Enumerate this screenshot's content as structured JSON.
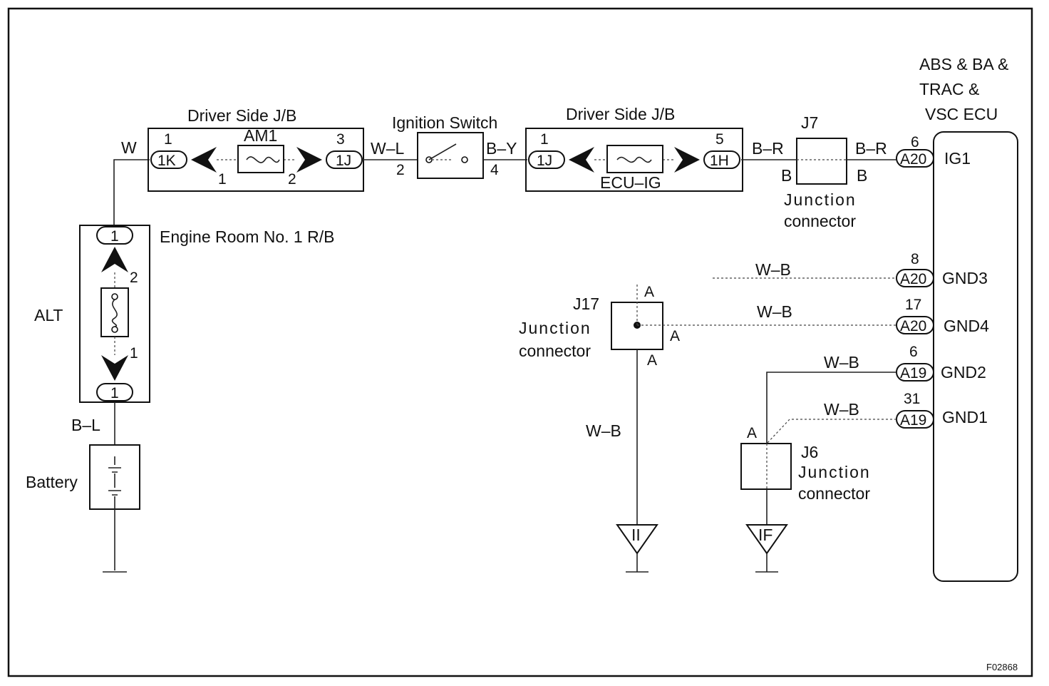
{
  "figure_code": "F02868",
  "ecu": {
    "title_lines": [
      "ABS & BA &",
      "TRAC &",
      "VSC ECU"
    ]
  },
  "driver_jb_1": {
    "title": "Driver Side J/B",
    "fuse": "AM1",
    "pin_left": "1",
    "pin_right": "3",
    "conn_left": "1K",
    "conn_right": "1J",
    "inner_left": "1",
    "inner_right": "2"
  },
  "driver_jb_2": {
    "title": "Driver Side J/B",
    "fuse": "ECU–IG",
    "pin_left": "1",
    "pin_right": "5",
    "conn_left": "1J",
    "conn_right": "1H"
  },
  "ignition": {
    "title": "Ignition Switch",
    "wire_in": "W–L",
    "wire_out": "B–Y",
    "pin_in": "2",
    "pin_out": "4"
  },
  "j7": {
    "id": "J7",
    "left_top": "B–R",
    "right_top": "B–R",
    "left_bottom": "B",
    "right_bottom": "B",
    "caption_1": "Junction",
    "caption_2": "connector"
  },
  "engine_rb": {
    "title": "Engine Room No. 1 R/B",
    "conn_top": "1",
    "conn_bottom": "1",
    "pin_top": "2",
    "pin_bottom": "1"
  },
  "wires": {
    "w_top": "W",
    "b_l": "B–L",
    "w_b_j17": "W–B"
  },
  "alt": "ALT",
  "battery": "Battery",
  "j17": {
    "id": "J17",
    "caption_1": "Junction",
    "caption_2": "connector",
    "pin_top": "A",
    "pin_right": "A",
    "pin_bottom": "A"
  },
  "j6": {
    "id": "J6",
    "caption_1": "Junction",
    "caption_2": "connector",
    "pin": "A"
  },
  "grounds": {
    "left": "II",
    "right": "IF"
  },
  "ecu_pins": [
    {
      "pin": "6",
      "conn": "A20",
      "name": "IG1",
      "wire": "B–R"
    },
    {
      "pin": "8",
      "conn": "A20",
      "name": "GND3",
      "wire": "W–B"
    },
    {
      "pin": "17",
      "conn": "A20",
      "name": "GND4",
      "wire": "W–B"
    },
    {
      "pin": "6",
      "conn": "A19",
      "name": "GND2",
      "wire": "W–B"
    },
    {
      "pin": "31",
      "conn": "A19",
      "name": "GND1",
      "wire": "W–B"
    }
  ],
  "colors": {
    "line": "#111111",
    "background": "#ffffff"
  }
}
